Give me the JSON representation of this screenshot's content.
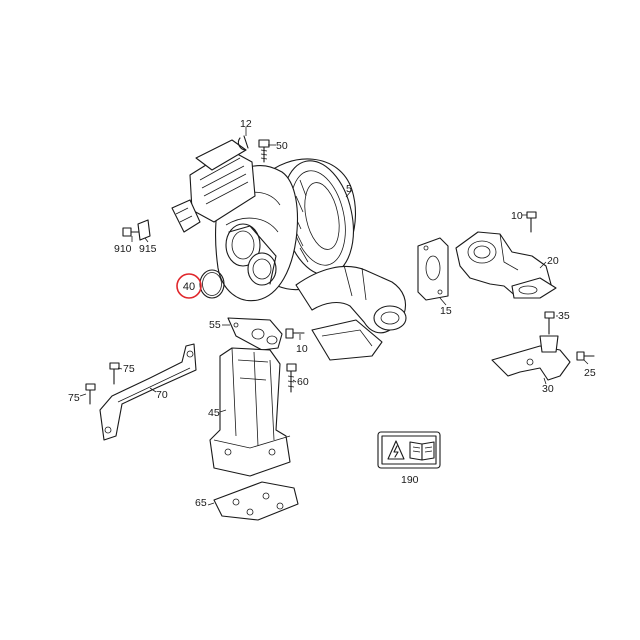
{
  "diagram": {
    "highlight_color": "#e0262b",
    "line_color": "#1a1a1a",
    "highlighted_part": "40",
    "callouts": {
      "c12": "12",
      "c50": "50",
      "c5": "5",
      "c10a": "10",
      "c910": "910",
      "c915": "915",
      "c40": "40",
      "c20": "20",
      "c15": "15",
      "c35": "35",
      "c55": "55",
      "c10b": "10",
      "c75a": "75",
      "c70": "70",
      "c75b": "75",
      "c60": "60",
      "c45": "45",
      "c25": "25",
      "c30": "30",
      "c190": "190",
      "c65": "65"
    },
    "warning_label": {
      "icons": [
        "electric-shock-warning-icon",
        "manual-book-icon"
      ]
    }
  }
}
